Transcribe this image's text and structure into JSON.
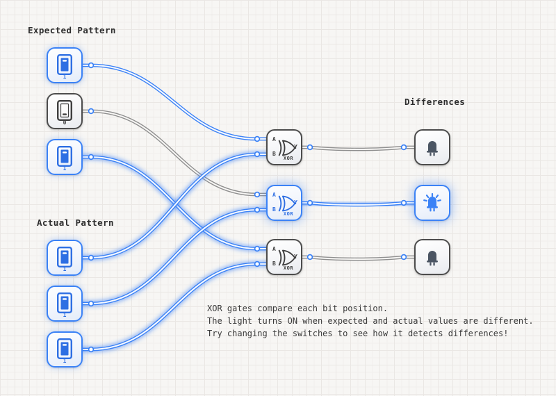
{
  "labels": {
    "expected": "Expected Pattern",
    "actual": "Actual Pattern",
    "differences": "Differences"
  },
  "annotation": {
    "line1": "XOR gates compare each bit position.",
    "line2": "The light turns ON when expected and actual values are different.",
    "line3": "Try changing the switches to see how it detects differences!"
  },
  "switches": {
    "expected": [
      {
        "value": "1",
        "state": "on"
      },
      {
        "value": "0",
        "state": "off"
      },
      {
        "value": "1",
        "state": "on"
      }
    ],
    "actual": [
      {
        "value": "1",
        "state": "on"
      },
      {
        "value": "1",
        "state": "on"
      },
      {
        "value": "1",
        "state": "on"
      }
    ]
  },
  "gates": [
    {
      "label": "XOR",
      "pins": {
        "a": "A",
        "b": "B",
        "y": "Y"
      },
      "state": "off"
    },
    {
      "label": "XOR",
      "pins": {
        "a": "A",
        "b": "B",
        "y": "Y"
      },
      "state": "on"
    },
    {
      "label": "XOR",
      "pins": {
        "a": "A",
        "b": "B",
        "y": "Y"
      },
      "state": "off"
    }
  ],
  "leds": [
    {
      "state": "off"
    },
    {
      "state": "on"
    },
    {
      "state": "off"
    }
  ],
  "wires": [
    {
      "from": "e1",
      "to": "g1.A",
      "color": "blue",
      "glow": false
    },
    {
      "from": "e2",
      "to": "g2.A",
      "color": "gray",
      "glow": false
    },
    {
      "from": "e3",
      "to": "g3.A",
      "color": "blue",
      "glow": true
    },
    {
      "from": "a1",
      "to": "g1.B",
      "color": "blue",
      "glow": true
    },
    {
      "from": "a2",
      "to": "g2.B",
      "color": "blue",
      "glow": true
    },
    {
      "from": "a3",
      "to": "g3.B",
      "color": "blue",
      "glow": true
    },
    {
      "from": "g1.Y",
      "to": "l1",
      "color": "gray",
      "glow": false
    },
    {
      "from": "g2.Y",
      "to": "l2",
      "color": "blue",
      "glow": true
    },
    {
      "from": "g3.Y",
      "to": "l3",
      "color": "gray",
      "glow": false
    }
  ],
  "colors": {
    "accent": "#3b82f6",
    "wire_gray": "#8f8f8f",
    "wire_core_light": "#f6f9ff",
    "wire_core_gray": "#f7f6f4",
    "glow": "rgba(59,130,246,0.5)"
  }
}
